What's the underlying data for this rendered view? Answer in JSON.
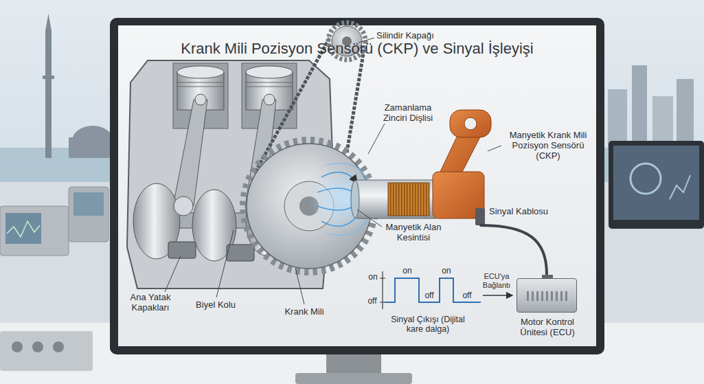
{
  "diagram": {
    "title": "Krank Mili Pozisyon Sensörü (CKP) ve Sinyal İşleyişi",
    "nodes": [
      {
        "text": [
          "Manyetik Krank Mili Pozisyon Sensörü (CKP)"
        ]
      },
      {
        "text": [
          "Motor Kontrol Ünitesi (ECU)"
        ]
      }
    ],
    "edges": [
      {
        "from": 0,
        "to": 1,
        "label": "Sinyal Kablosu",
        "arrow": "none"
      }
    ],
    "labels": [
      "Silindir Kapağı",
      "Zamanlama Zinciri Dişlisi",
      "Manyetik Alan Kesintisi",
      "Ana Yatak Kapakları",
      "Biyel Kolu",
      "Krank Mili",
      "on",
      "on",
      "on",
      "off",
      "off",
      "off",
      "ECU'ya Bağlantı",
      "Sinyal Çıkışı (Dijital kare dalga)"
    ]
  }
}
